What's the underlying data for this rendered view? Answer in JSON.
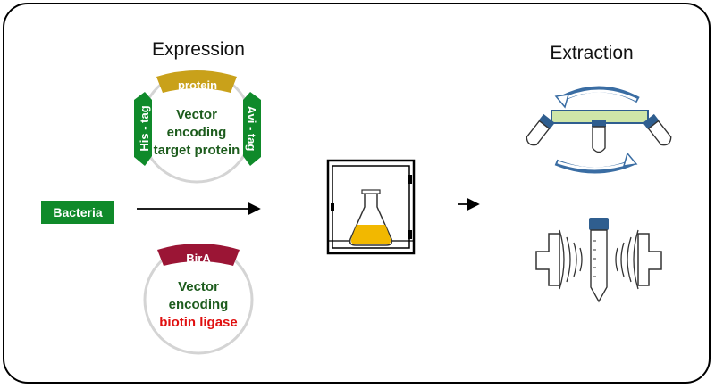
{
  "headings": {
    "expression": "Expression",
    "extraction": "Extraction"
  },
  "bacteria_label": "Bacteria",
  "plasmid_target": {
    "top_tag": "protein",
    "left_tag": "His - tag",
    "right_tag": "Avi - tag",
    "line1": "Vector",
    "line2": "encoding",
    "line3": "target protein"
  },
  "plasmid_ligase": {
    "top_tag": "BirA",
    "line1": "Vector",
    "line2": "encoding",
    "line3": "biotin ligase"
  },
  "colors": {
    "green_tag": "#0f8a2a",
    "gold_tag": "#c9a11a",
    "birA_tag": "#9b1535",
    "vector_text": "#1d5c1d",
    "ligase_text": "#e01010",
    "flask_liquid": "#f2b800",
    "centrifuge_bar": "#cfe6a8",
    "tube_cap": "#2f5e8f"
  }
}
